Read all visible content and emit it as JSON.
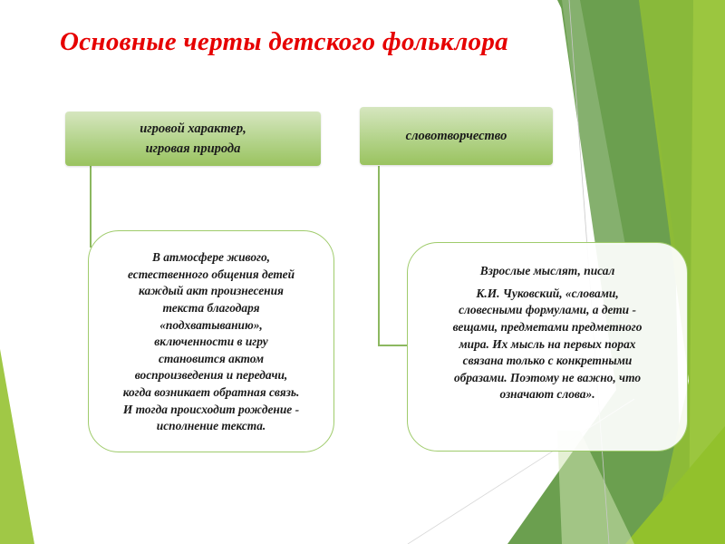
{
  "slide": {
    "title": "Основные черты детского фольклора",
    "colors": {
      "title": "#e60000",
      "header_box_top": "#d6e6bf",
      "header_box_bottom": "#9ac35f",
      "content_border": "#9fcb6b",
      "connector": "#8cb860",
      "accent_dark_green": "#6a9e4e",
      "accent_light_green": "#9bc63f"
    },
    "columns": [
      {
        "header": {
          "lines": [
            "игровой характер,",
            "игровая природа"
          ]
        },
        "content": {
          "lines": [
            "В атмосфере живого,",
            "естественного общения детей",
            "каждый акт произнесения",
            "текста благодаря",
            "«подхватыванию»,",
            "включенности в игру",
            "становится актом",
            "воспроизведения и передачи,",
            "когда возникает обратная связь.",
            "И тогда происходит рождение -",
            "исполнение  текста."
          ]
        }
      },
      {
        "header": {
          "lines": [
            "словотворчество"
          ]
        },
        "content": {
          "lines": [
            "Взрослые мыслят, писал",
            "К.И. Чуковский, «словами,",
            "словесными формулами, а  дети -",
            "вещами, предметами предметного",
            "мира. Их мысль на первых порах",
            "связана только с конкретными",
            "образами. Поэтому не важно, что",
            "означают слова»."
          ]
        }
      }
    ]
  }
}
